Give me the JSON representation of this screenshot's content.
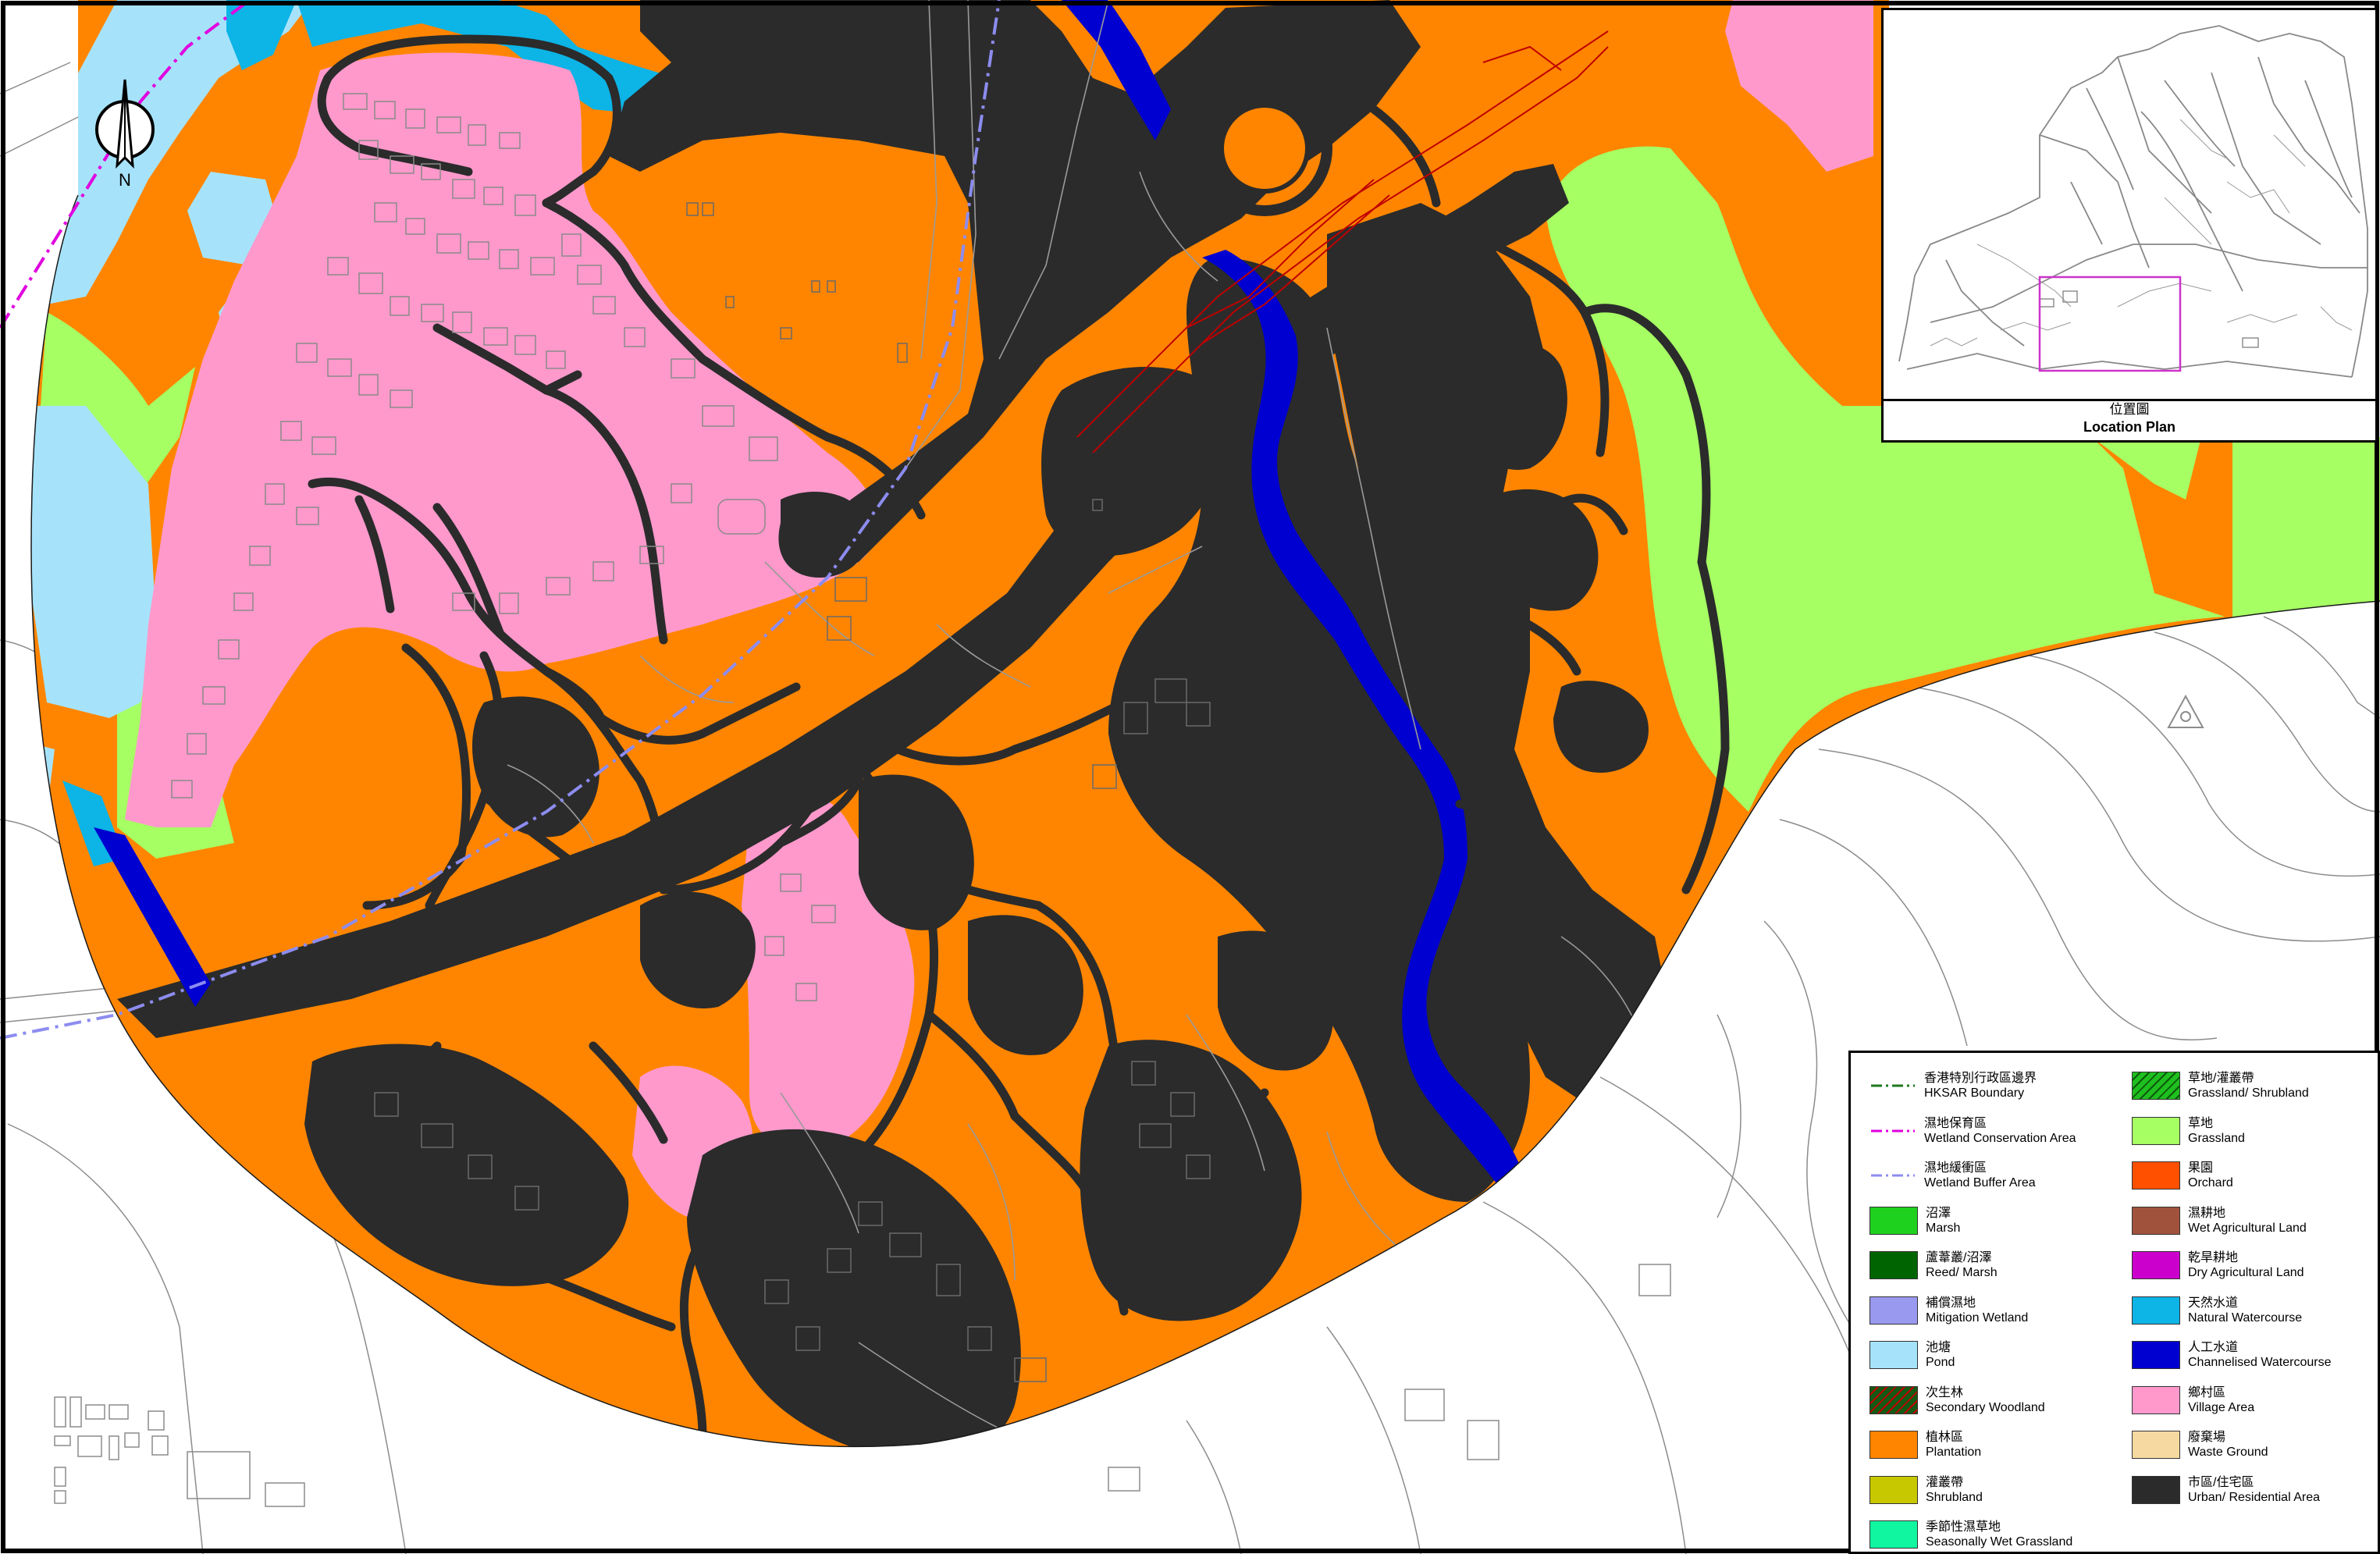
{
  "north_arrow": {
    "label": "N"
  },
  "location_plan": {
    "title_zh": "位置圖",
    "title_en": "Location Plan"
  },
  "legend": {
    "left_column": [
      {
        "zh": "香港特別行政區邊界",
        "en": "HKSAR Boundary",
        "kind": "line",
        "color": "#1e7a1e",
        "dash": "dash-dot"
      },
      {
        "zh": "濕地保育區",
        "en": "Wetland Conservation Area",
        "kind": "line",
        "color": "#e000e0",
        "dash": "dash-dot"
      },
      {
        "zh": "濕地緩衝區",
        "en": "Wetland Buffer Area",
        "kind": "line",
        "color": "#8c8cf0",
        "dash": "dash-dot"
      },
      {
        "zh": "沼澤",
        "en": "Marsh",
        "kind": "fill",
        "color": "#1fd11f"
      },
      {
        "zh": "蘆葦叢/沼澤",
        "en": "Reed/ Marsh",
        "kind": "fill",
        "color": "#006400"
      },
      {
        "zh": "補償濕地",
        "en": "Mitigation Wetland",
        "kind": "fill",
        "color": "#9999f0"
      },
      {
        "zh": "池塘",
        "en": "Pond",
        "kind": "fill",
        "color": "#a6e3fa"
      },
      {
        "zh": "次生林",
        "en": "Secondary Woodland",
        "kind": "hatch",
        "color": "#145a14",
        "hatch_color": "#c00000"
      },
      {
        "zh": "植林區",
        "en": "Plantation",
        "kind": "fill",
        "color": "#ff8500"
      },
      {
        "zh": "灌叢帶",
        "en": "Shrubland",
        "kind": "fill",
        "color": "#c8c800"
      },
      {
        "zh": "季節性濕草地",
        "en": "Seasonally Wet Grassland",
        "kind": "fill",
        "color": "#10f5a0"
      }
    ],
    "right_column": [
      {
        "zh": "草地/灌叢帶",
        "en": "Grassland/ Shrubland",
        "kind": "hatch",
        "color": "#1fbf1f",
        "hatch_color": "#0a5a0a"
      },
      {
        "zh": "草地",
        "en": "Grassland",
        "kind": "fill",
        "color": "#a6ff63"
      },
      {
        "zh": "果園",
        "en": "Orchard",
        "kind": "fill",
        "color": "#ff5000"
      },
      {
        "zh": "濕耕地",
        "en": "Wet Agricultural Land",
        "kind": "fill",
        "color": "#a0523c"
      },
      {
        "zh": "乾旱耕地",
        "en": "Dry Agricultural Land",
        "kind": "fill",
        "color": "#cc00cc"
      },
      {
        "zh": "天然水道",
        "en": "Natural Watercourse",
        "kind": "fill",
        "color": "#0db4e6"
      },
      {
        "zh": "人工水道",
        "en": "Channelised Watercourse",
        "kind": "fill",
        "color": "#0000d0"
      },
      {
        "zh": "鄉村區",
        "en": "Village Area",
        "kind": "fill",
        "color": "#ff99cc"
      },
      {
        "zh": "廢棄場",
        "en": "Waste Ground",
        "kind": "fill",
        "color": "#f5d9a0"
      },
      {
        "zh": "市區/住宅區",
        "en": "Urban/ Residential Area",
        "kind": "fill",
        "color": "#2b2b2b"
      }
    ]
  },
  "colors": {
    "plantation": "#ff8500",
    "urban": "#2b2b2b",
    "village": "#ff99cc",
    "grassland": "#a6ff63",
    "pond": "#a6e3fa",
    "natural_watercourse": "#0db4e6",
    "channelised_watercourse": "#0000d0",
    "road_outline": "#2b2b2b",
    "contour": "#999999"
  }
}
